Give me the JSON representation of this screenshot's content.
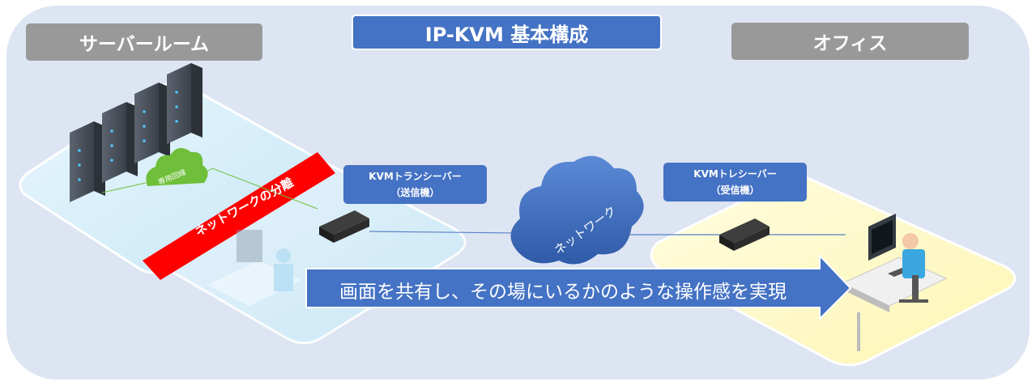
{
  "title": "IP-KVM  基本構成",
  "locations": {
    "server_room": "サーバールーム",
    "office": "オフィス"
  },
  "transmitter": {
    "line1": "KVMトランシーバー",
    "line2": "（送信機）"
  },
  "receiver": {
    "line1": "KVMトレシーバー",
    "line2": "（受信機）"
  },
  "network_label": "ネットワーク",
  "dedicated_line_label": "専用回線",
  "separation_label": "ネットワークの分離",
  "arrow_label": "画面を共有し、その場にいるかのような操作感を実現",
  "colors": {
    "frame": "#dde5f3",
    "label_gray": "#999999",
    "accent_blue": "#4472c4",
    "red_band": "#ff0000",
    "server_platform": "#d6edf8",
    "office_platform": "#fffac8",
    "dedicated_cloud": "#6fbf3a"
  }
}
